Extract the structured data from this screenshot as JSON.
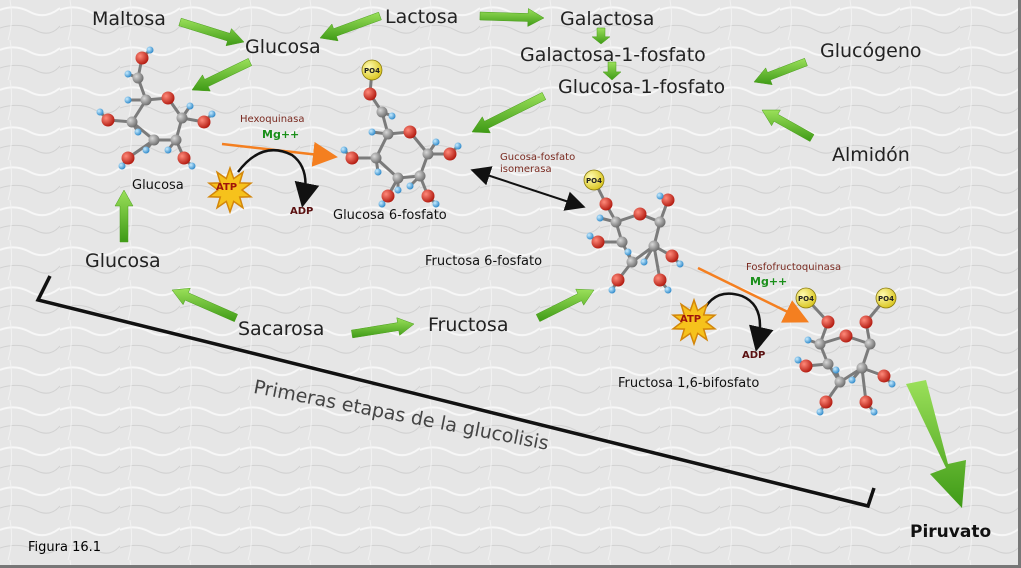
{
  "labels": {
    "maltosa": "Maltosa",
    "lactosa": "Lactosa",
    "galactosa": "Galactosa",
    "glucosa_top": "Glucosa",
    "galactosa_1_fosfato": "Galactosa-1-fosfato",
    "glucosa_1_fosfato": "Glucosa-1-fosfato",
    "glucogeno": "Glucógeno",
    "almidon": "Almidón",
    "glucosa_mol": "Glucosa",
    "glucosa_6_fosfato": "Glucosa 6-fosfato",
    "fructosa_6_fosfato": "Fructosa 6-fosfato",
    "fructosa_16_bifosfato": "Fructosa 1,6-bifosfato",
    "glucosa_left": "Glucosa",
    "sacarosa": "Sacarosa",
    "fructosa": "Fructosa",
    "piruvato": "Piruvato",
    "primeras_etapas": "Primeras etapas de la glucolisis",
    "figura": "Figura 16.1"
  },
  "enzymes": {
    "hexoquinasa": "Hexoquinasa",
    "isomerasa_line1": "Gucosa-fosfato",
    "isomerasa_line2": "isomerasa",
    "fosfofructoquinasa": "Fosfofructoquinasa"
  },
  "cofactors": {
    "mg1": "Mg++",
    "mg2": "Mg++",
    "atp1": "ATP",
    "atp2": "ATP",
    "adp1": "ADP",
    "adp2": "ADP",
    "po4": "PO4"
  },
  "colors": {
    "green_arrow": "#5fbf2a",
    "orange_arrow": "#f47f20",
    "oxygen": "#d22a1e",
    "carbon": "#8c8c8c",
    "hydrogen": "#4aa8e0",
    "phosphate": "#f2e23a",
    "atp_star": "#f6c21c"
  },
  "icons": {
    "reaction_arrow": "green-arrow-icon",
    "molecule": "molecule-ball-stick-icon",
    "energy_burst": "atp-star-icon"
  }
}
